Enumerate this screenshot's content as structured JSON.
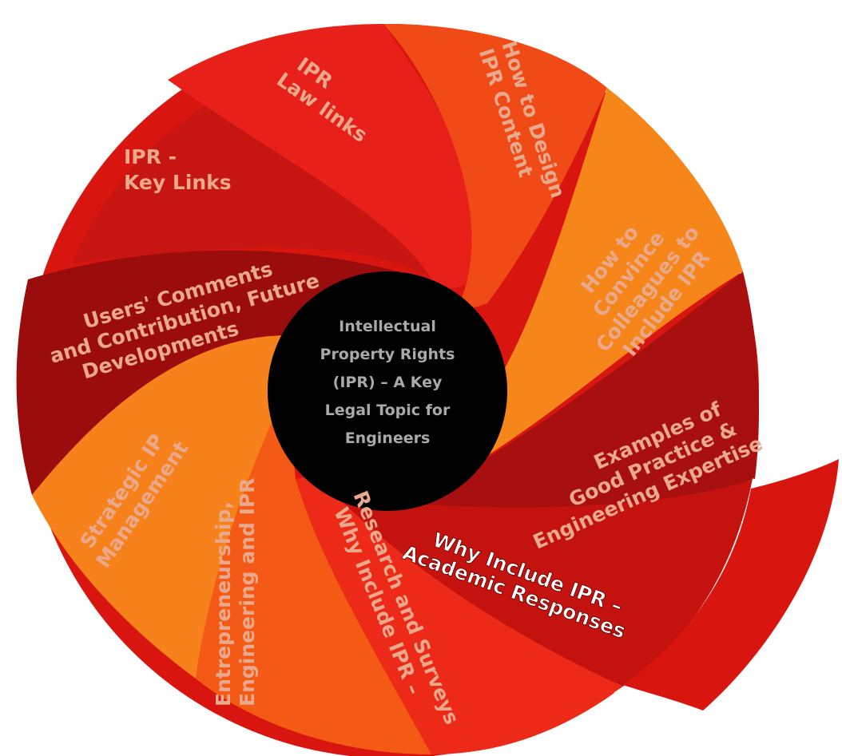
{
  "center": {
    "lines": [
      "Intellectual",
      "Property Rights",
      "(IPR) – A Key",
      "Legal Topic for",
      "Engineers"
    ]
  },
  "segments": [
    {
      "id": "ipr-law-links",
      "lines": [
        "IPR",
        "Law links"
      ],
      "color": "#e8201a"
    },
    {
      "id": "how-to-design",
      "lines": [
        "How to Design",
        "IPR Content"
      ],
      "color": "#f04a16"
    },
    {
      "id": "how-to-convince",
      "lines": [
        "How to",
        "Convince",
        "Colleagues to",
        "Include IPR"
      ],
      "color": "#f7861a"
    },
    {
      "id": "examples",
      "lines": [
        "Examples of",
        "Good Practice &",
        "Engineering Expertise"
      ],
      "color": "#a80f0f"
    },
    {
      "id": "why-academic",
      "lines": [
        "Why Include IPR –",
        "Academic Responses"
      ],
      "color": "#c4120f"
    },
    {
      "id": "why-research",
      "lines": [
        "Why Include IPR –",
        "Research and Surveys"
      ],
      "color": "#ed2a17"
    },
    {
      "id": "entrepreneurship",
      "lines": [
        "Entrepreneurship,",
        "Engineering and IPR"
      ],
      "color": "#f45a15"
    },
    {
      "id": "strategic-ip",
      "lines": [
        "Strategic IP",
        "Management"
      ],
      "color": "#f7821c"
    },
    {
      "id": "users-comments",
      "lines": [
        "Users' Comments",
        "and Contribution, Future",
        "Developments"
      ],
      "color": "#9b0c0c"
    },
    {
      "id": "ipr-key-links",
      "lines": [
        "IPR -",
        "Key Links"
      ],
      "color": "#c71512"
    }
  ]
}
